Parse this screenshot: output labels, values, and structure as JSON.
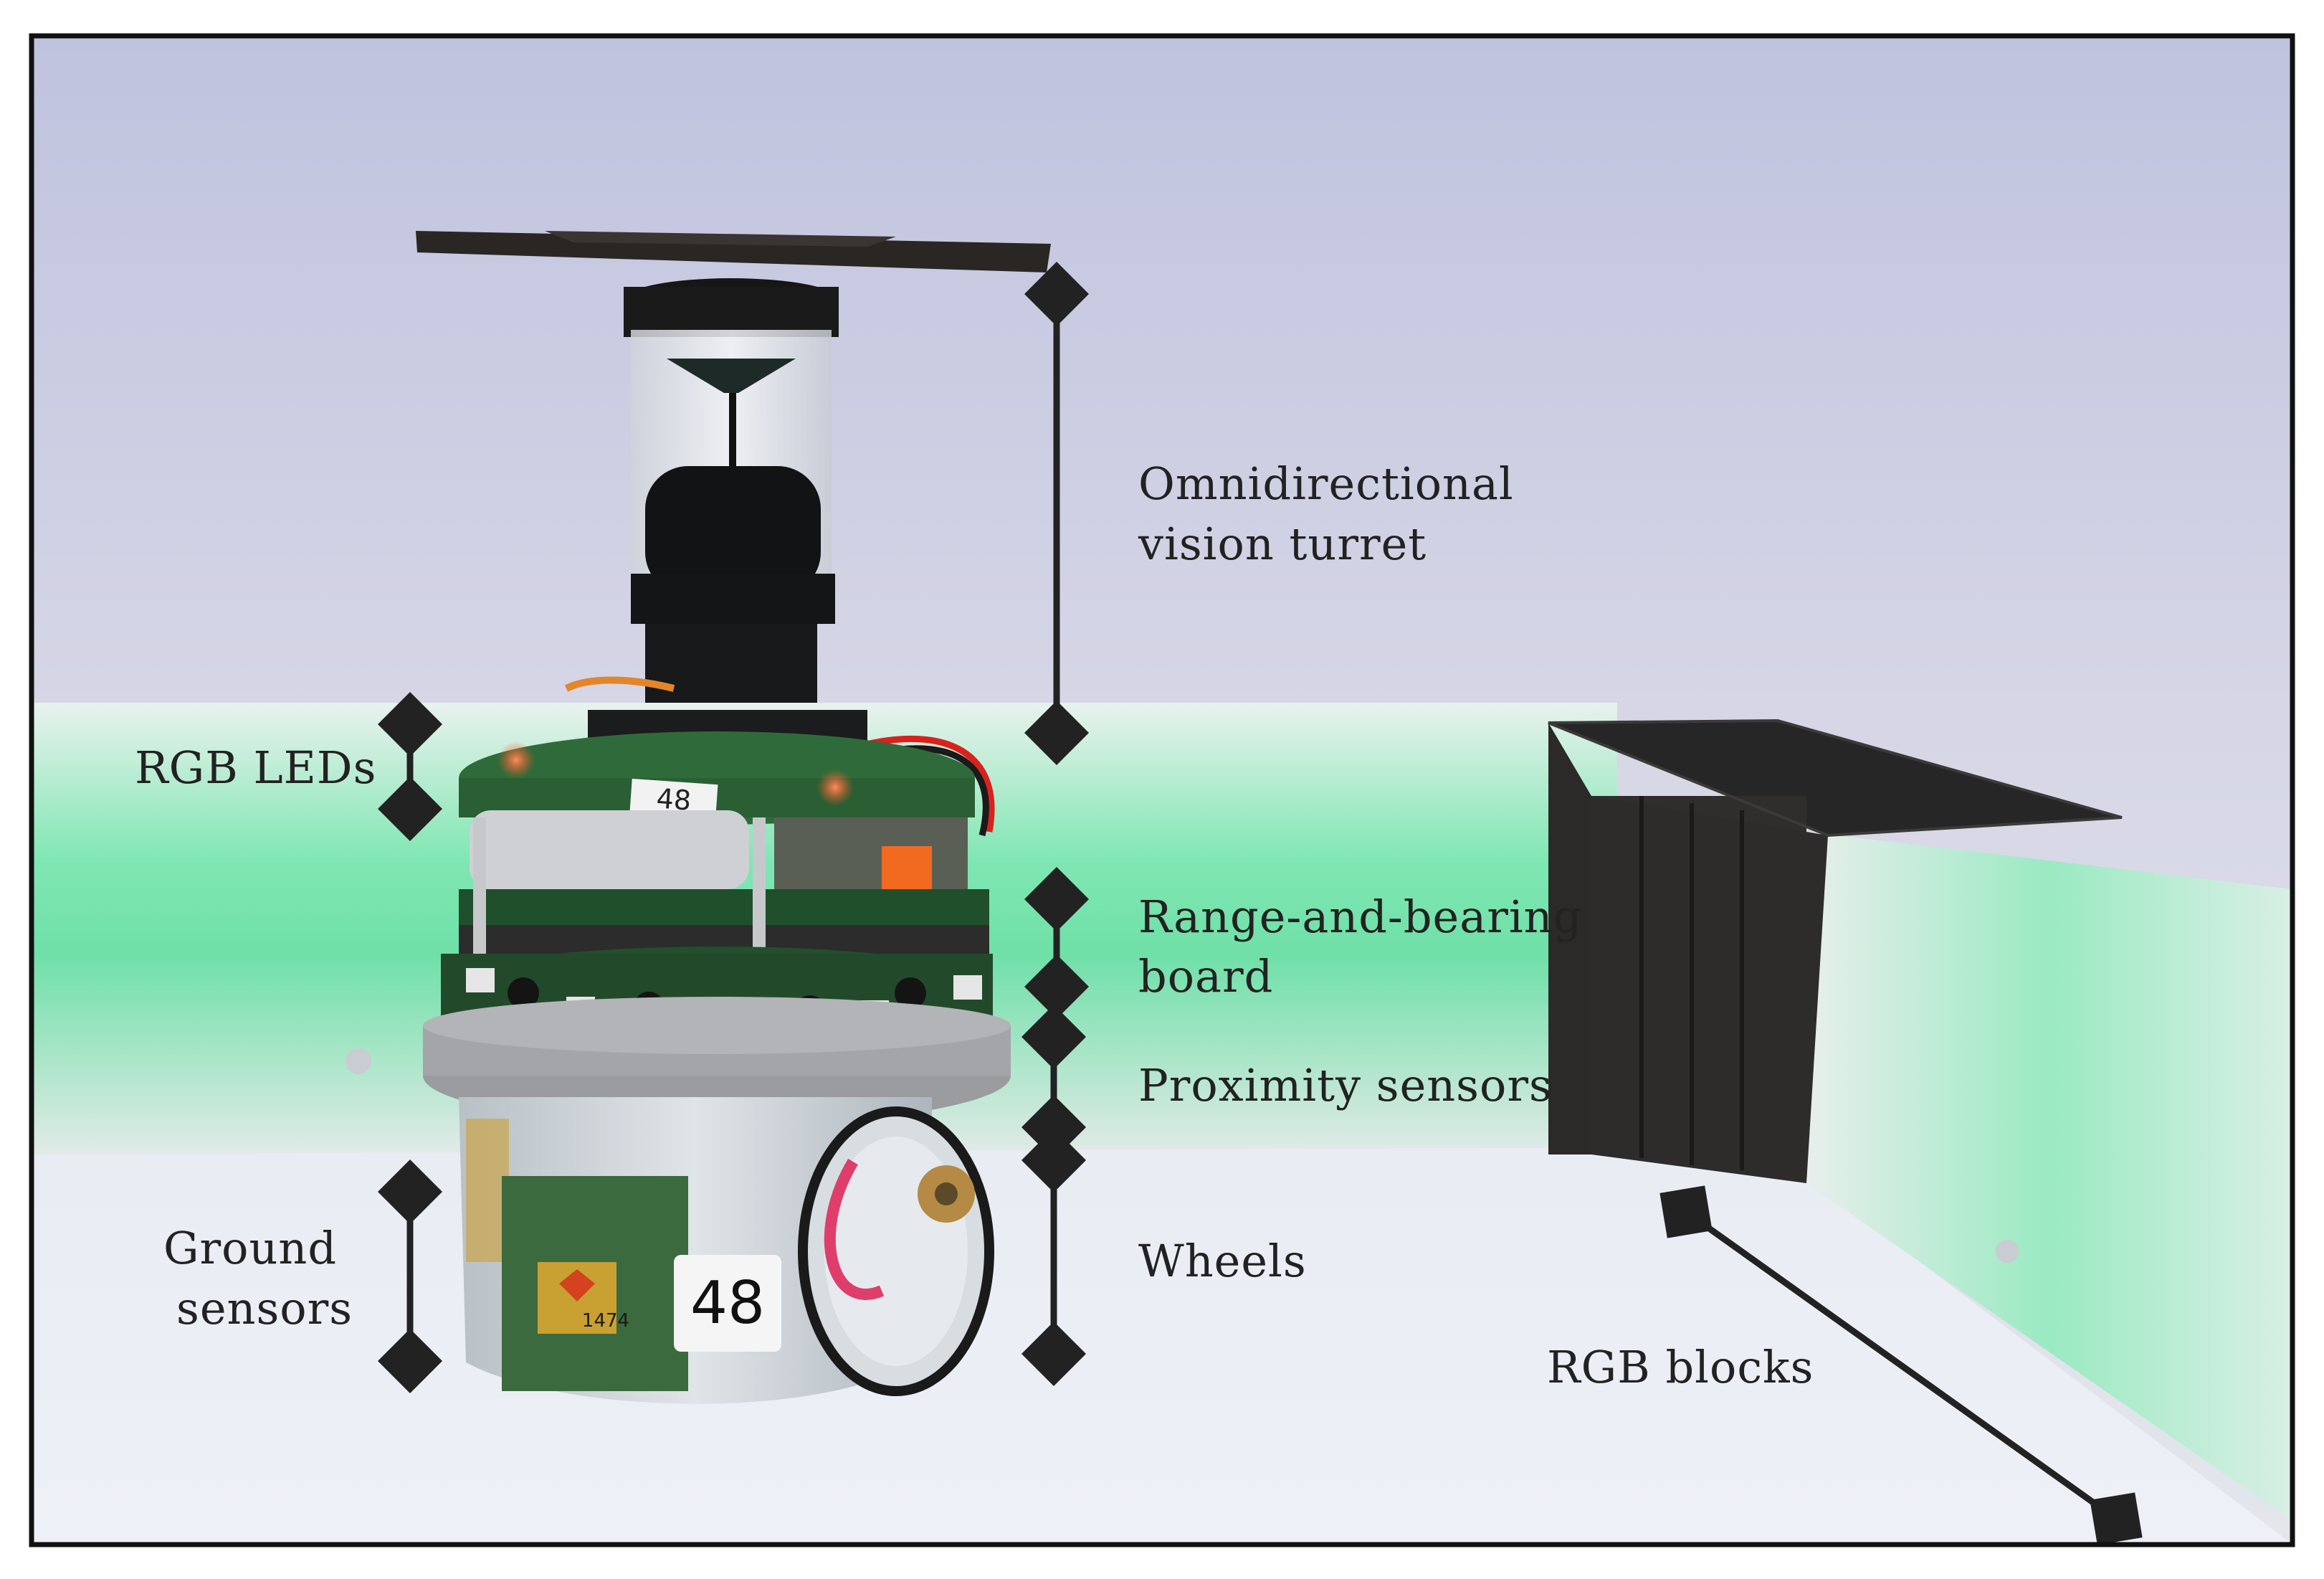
{
  "figure": {
    "labels": {
      "turret_line1": "Omnidirectional",
      "turret_line2": "vision turret",
      "rgb_leds": "RGB LEDs",
      "rab_line1": "Range-and-bearing",
      "rab_line2": "board",
      "proximity": "Proximity sensors",
      "ground_line1": "Ground",
      "ground_line2": "sensors",
      "wheels": "Wheels",
      "rgb_blocks": "RGB blocks"
    },
    "robot_tags": {
      "board_number": "48",
      "front_number": "48",
      "chip_number": "1474"
    },
    "colors": {
      "frame": "#111111",
      "annotation": "#222222",
      "led_glow": "#5fe3a1",
      "pcb": "#2f6b3a"
    }
  }
}
